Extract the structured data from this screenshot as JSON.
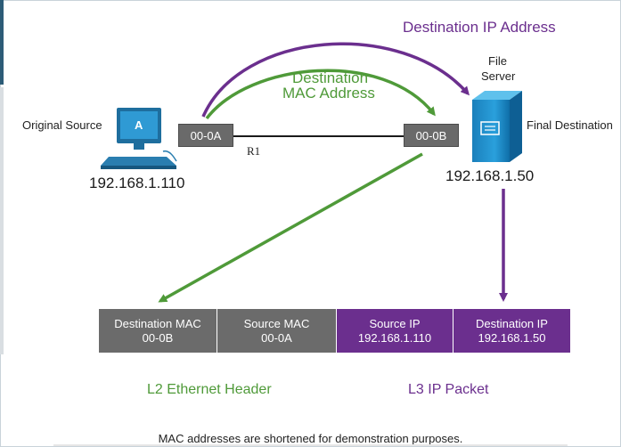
{
  "labels": {
    "dest_ip_address": "Destination IP Address",
    "dest_mac_line1": "Destination",
    "dest_mac_line2": "MAC Address",
    "file": "File",
    "server": "Server",
    "original_source": "Original Source",
    "final_destination": "Final Destination",
    "pc_letter": "A",
    "router": "R1"
  },
  "macs": {
    "source": "00-0A",
    "destination": "00-0B"
  },
  "ips": {
    "source": "192.168.1.110",
    "destination": "192.168.1.50"
  },
  "packet": [
    {
      "line1": "Destination MAC",
      "line2": "00-0B"
    },
    {
      "line1": "Source MAC",
      "line2": "00-0A"
    },
    {
      "line1": "Source IP",
      "line2": "192.168.1.110"
    },
    {
      "line1": "Destination IP",
      "line2": "192.168.1.50"
    }
  ],
  "legend": {
    "l2": "L2 Ethernet Header",
    "l3": "L3 IP Packet"
  },
  "note": "MAC addresses are shortened for demonstration purposes.",
  "colors": {
    "purple": "#6b2f8e",
    "green": "#4f9a39",
    "grey": "#6b6b6b",
    "server_blue": "#1b8fcf"
  }
}
